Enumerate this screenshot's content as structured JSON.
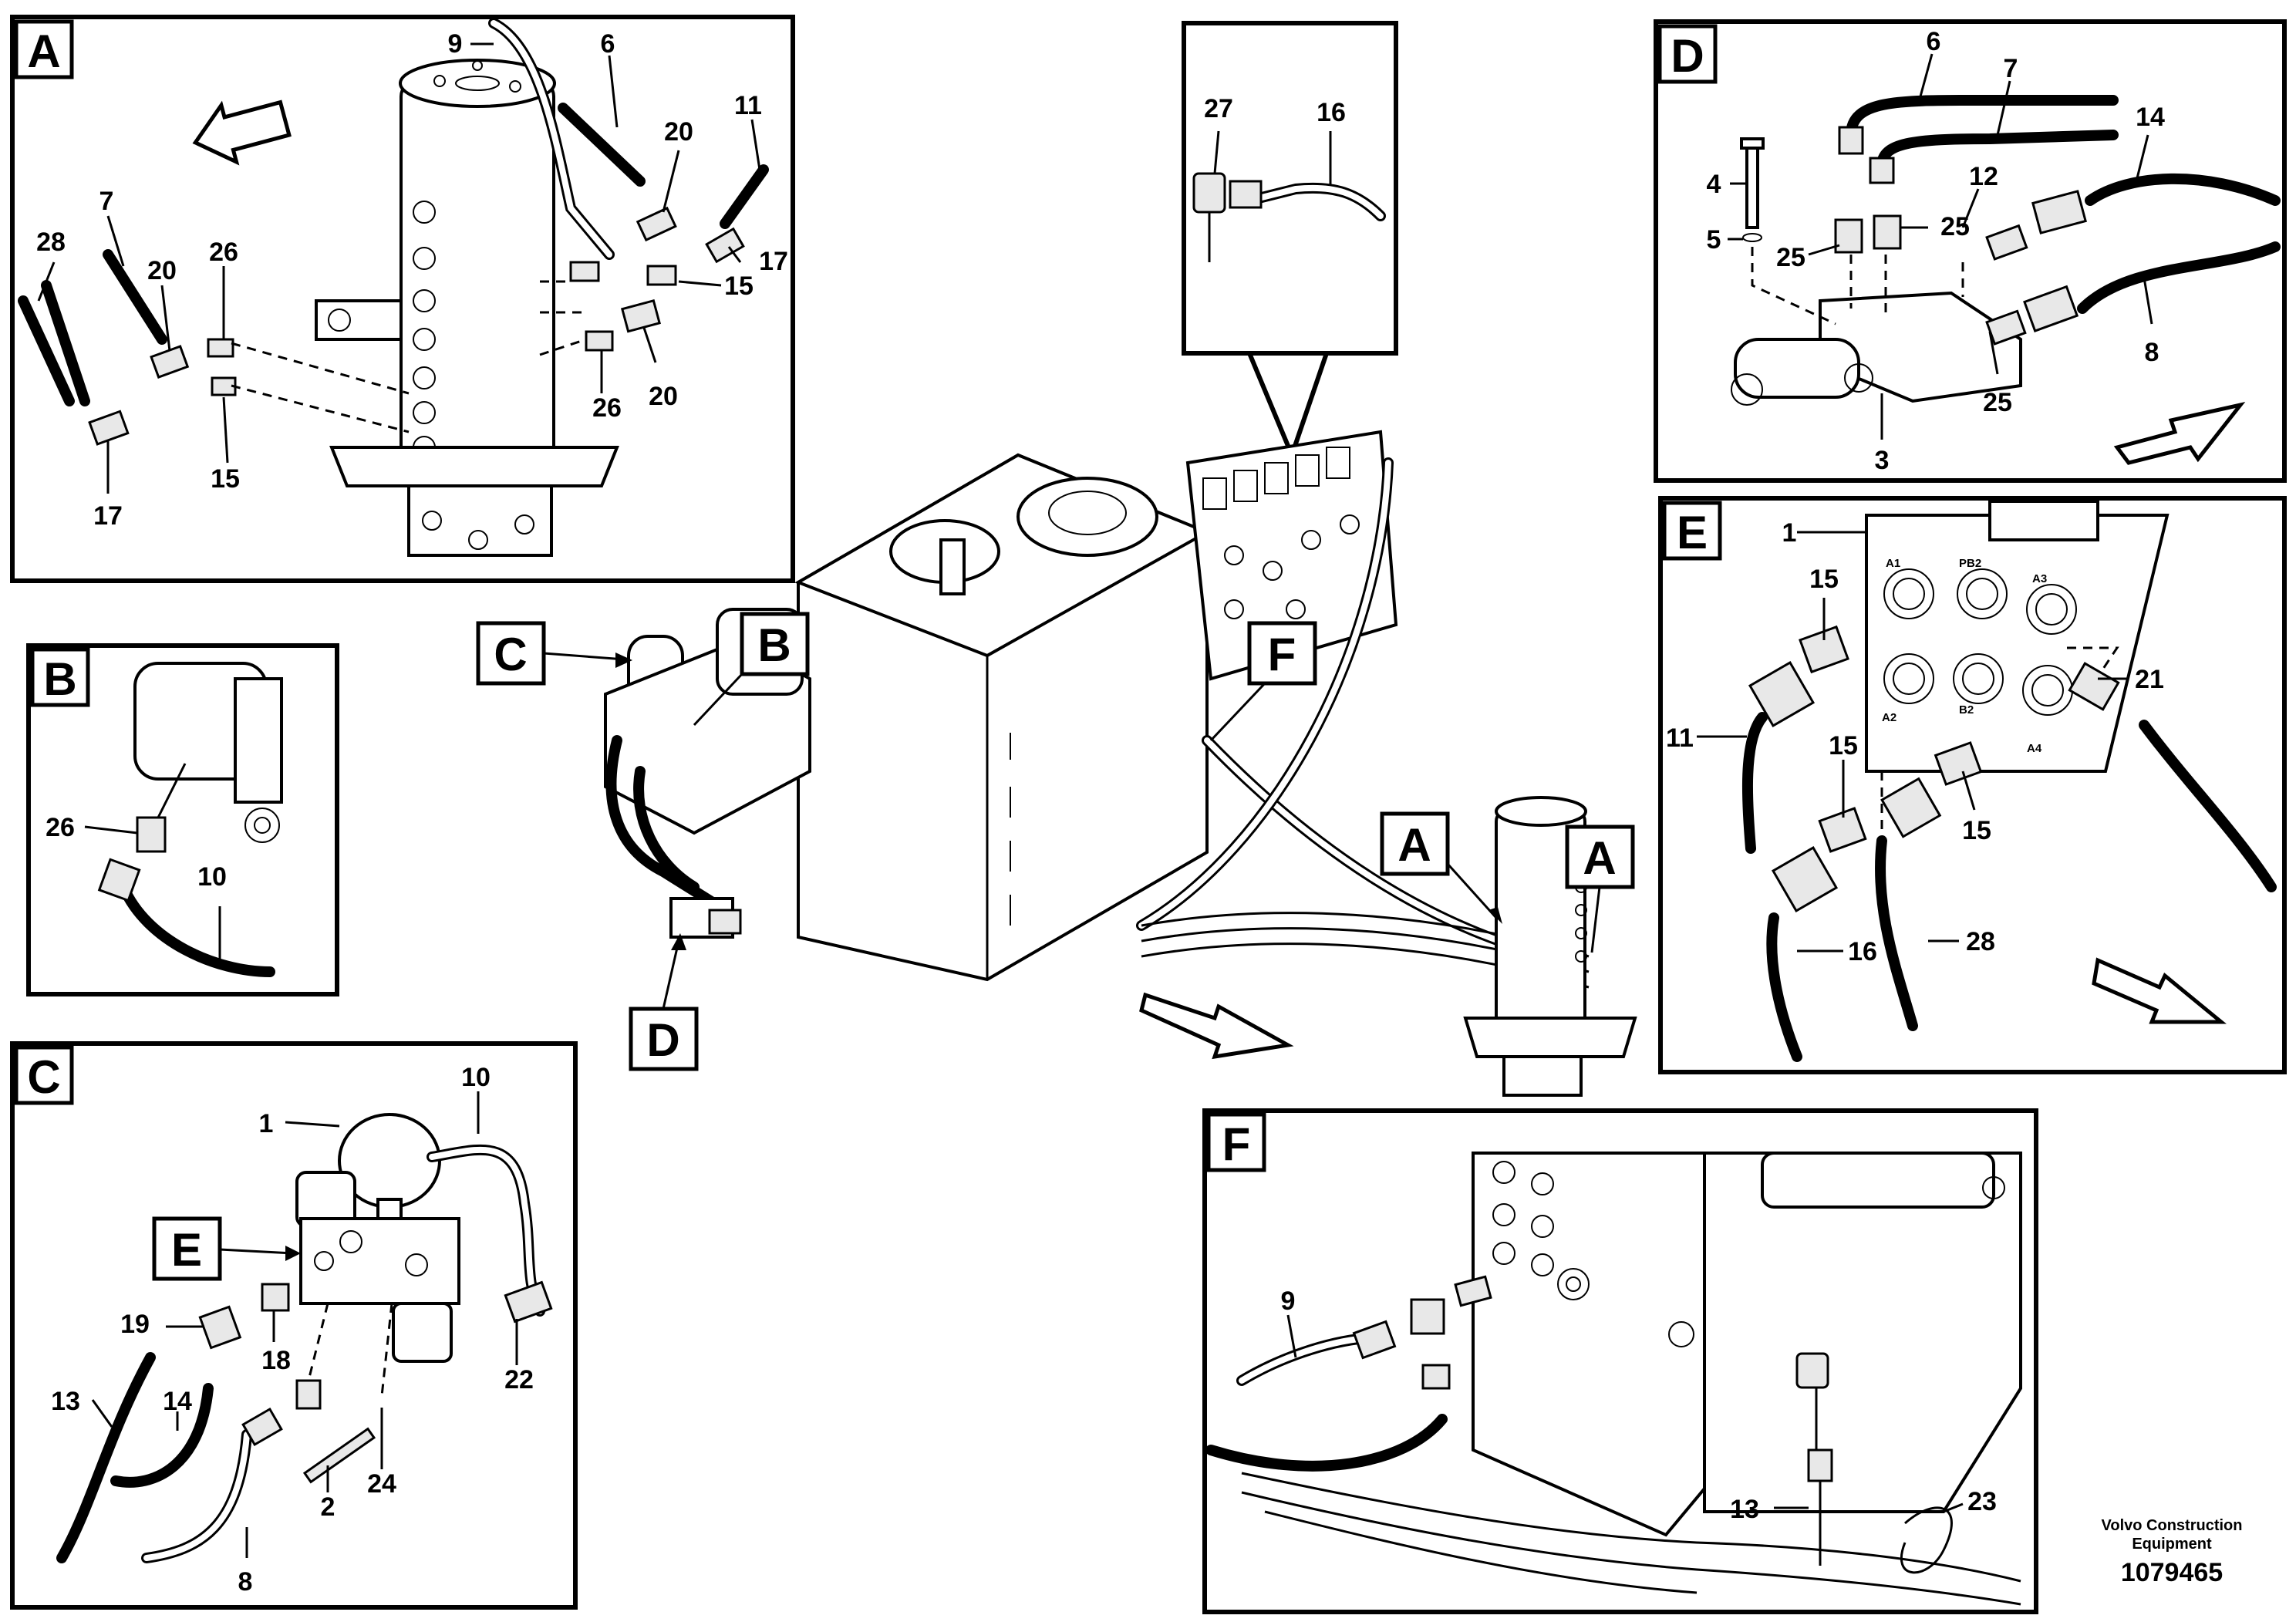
{
  "panels": {
    "A": {
      "letter": "A",
      "callouts": [
        "9",
        "6",
        "11",
        "20",
        "7",
        "28",
        "20",
        "26",
        "17",
        "15",
        "26",
        "20",
        "15",
        "17"
      ]
    },
    "B": {
      "letter": "B",
      "callouts": [
        "26",
        "10"
      ]
    },
    "C": {
      "letter": "C",
      "callouts": [
        "10",
        "1",
        "E",
        "19",
        "18",
        "22",
        "13",
        "14",
        "2",
        "24",
        "8"
      ]
    },
    "D": {
      "letter": "D",
      "callouts": [
        "6",
        "7",
        "14",
        "4",
        "12",
        "5",
        "25",
        "25",
        "25",
        "8",
        "3"
      ]
    },
    "E": {
      "letter": "E",
      "callouts": [
        "1",
        "15",
        "21",
        "11",
        "15",
        "15",
        "16",
        "28"
      ],
      "port_labels": [
        "A1",
        "PB2",
        "A3",
        "A2",
        "B2",
        "A4"
      ]
    },
    "F": {
      "letter": "F",
      "callouts": [
        "9",
        "13",
        "23"
      ]
    }
  },
  "overview_tags": [
    "C",
    "B",
    "F",
    "A",
    "A",
    "D"
  ],
  "footer": {
    "company_line1": "Volvo Construction",
    "company_line2": "Equipment",
    "doc_number": "1079465"
  }
}
